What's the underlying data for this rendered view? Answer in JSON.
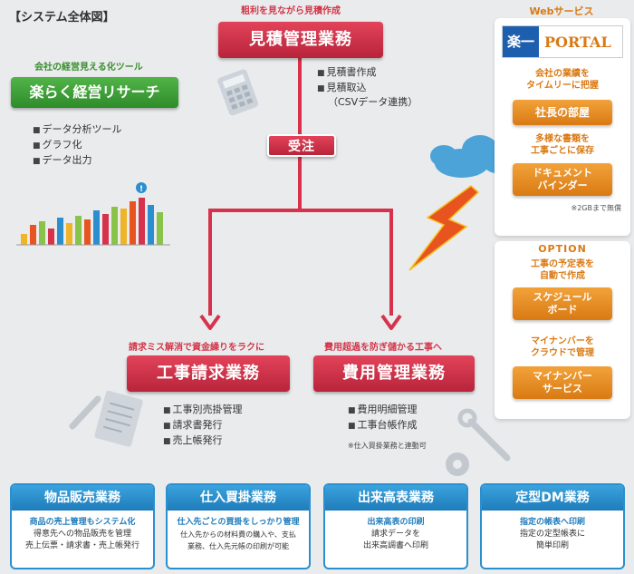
{
  "title": "【システム全体図】",
  "estimate": {
    "caption": "粗利を見ながら見積作成",
    "label": "見積管理業務",
    "items": [
      "見積書作成",
      "見積取込",
      "（CSVデータ連携）"
    ]
  },
  "order_label": "受注",
  "analysis": {
    "caption": "会社の経営見える化ツール",
    "label": "楽らく経営リサーチ",
    "items": [
      "データ分析ツール",
      "グラフ化",
      "データ出力"
    ]
  },
  "billing": {
    "caption": "請求ミス解消で資金繰りをラクに",
    "label": "工事請求業務",
    "items": [
      "工事別売掛管理",
      "請求書発行",
      "売上帳発行"
    ]
  },
  "cost": {
    "caption": "費用超過を防ぎ儲かる工事へ",
    "label": "費用管理業務",
    "items": [
      "費用明細管理",
      "工事台帳作成"
    ],
    "note": "※仕入買掛業務と連動可"
  },
  "web": {
    "heading": "Webサービス",
    "logo_left": "楽一",
    "logo_right": "PORTAL",
    "services": [
      {
        "caption": "会社の業績を\nタイムリーに把握",
        "label": "社長の部屋"
      },
      {
        "caption": "多様な書類を\n工事ごとに保存",
        "label": "ドキュメント\nバインダー"
      }
    ],
    "note": "※2GBまで無償"
  },
  "option": {
    "heading": "OPTION",
    "services": [
      {
        "caption": "工事の予定表を\n自動で作成",
        "label": "スケジュール\nボード"
      },
      {
        "caption": "マイナンバーを\nクラウドで管理",
        "label": "マイナンバー\nサービス"
      }
    ]
  },
  "bottom_cards": [
    {
      "title": "物品販売業務",
      "subtitle": "商品の売上管理もシステム化",
      "text": "得意先への物品販売を管理\n売上伝票・請求書・売上帳発行"
    },
    {
      "title": "仕入買掛業務",
      "subtitle": "仕入先ごとの買掛をしっかり管理",
      "text": "仕入先からの材料費の購入や、支払\n業務、仕入先元帳の印刷が可能"
    },
    {
      "title": "出来高表業務",
      "subtitle": "出来高表の印刷",
      "text": "請求データを\n出来高調書へ印刷"
    },
    {
      "title": "定型DM業務",
      "subtitle": "指定の帳表へ印刷",
      "text": "指定の定型帳表に\n簡単印刷"
    }
  ],
  "colors": {
    "accent_red": "#c8304a",
    "accent_green": "#3a9d33",
    "accent_orange": "#e98a1c",
    "accent_blue": "#2b8fcf"
  },
  "icons": [
    "calculator-icon",
    "bar-chart-icon",
    "cloud-icon",
    "lightning-icon",
    "pen-icon",
    "document-icon",
    "wrench-icon",
    "gear-icon"
  ]
}
